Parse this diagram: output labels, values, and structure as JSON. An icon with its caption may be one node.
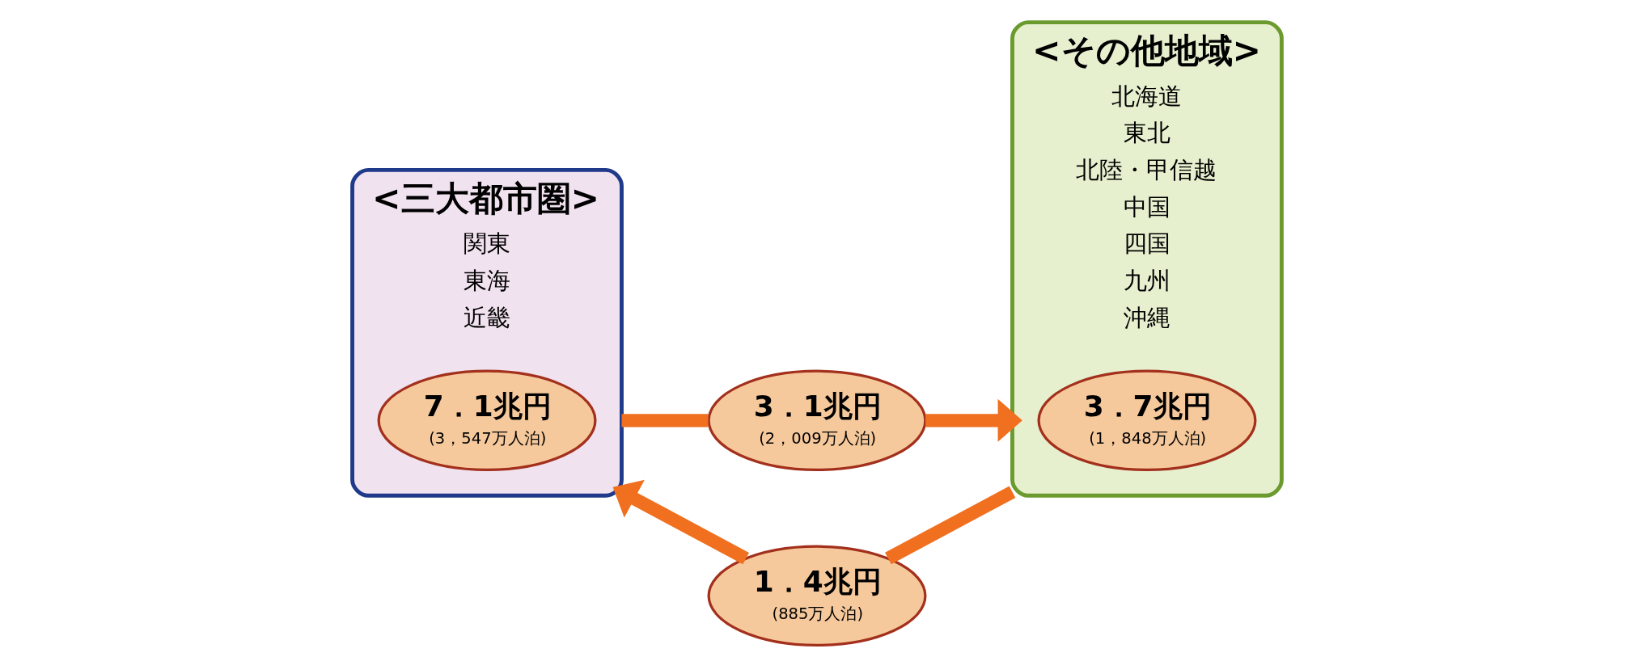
{
  "diagram": {
    "nodes": [
      {
        "text": [
          "<三大都市圏>",
          "関東",
          "東海",
          "近畿"
        ]
      },
      {
        "text": [
          "7．1兆円",
          "(3，547万人泊)"
        ],
        "in": 0
      },
      {
        "text": [
          "3．1兆円",
          "(2，009万人泊)"
        ]
      },
      {
        "text": [
          "1．4兆円",
          "(885万人泊)"
        ]
      },
      {
        "text": [
          "<その他地域>",
          "北海道",
          "東北",
          "北陸・甲信越",
          "中国",
          "四国",
          "九州",
          "沖縄"
        ]
      },
      {
        "text": [
          "3．7兆円",
          "(1，848万人泊)"
        ],
        "in": 4
      }
    ],
    "edges": [
      {
        "from": 0,
        "to": 2,
        "arrow": "none"
      },
      {
        "from": 2,
        "to": 4,
        "arrow": "to"
      },
      {
        "from": 4,
        "to": 3,
        "arrow": "none"
      },
      {
        "from": 3,
        "to": 0,
        "arrow": "to"
      }
    ]
  }
}
